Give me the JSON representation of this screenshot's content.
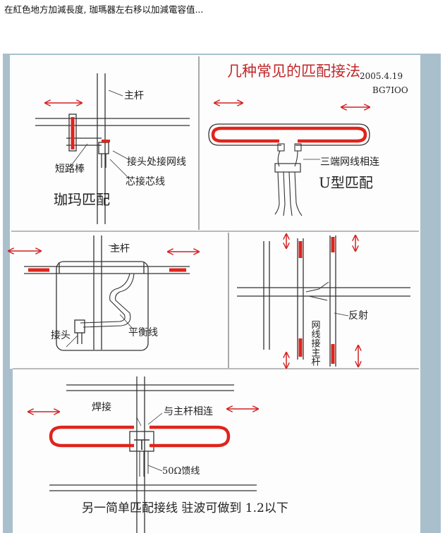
{
  "caption": "在紅色地方加減長度, 珈瑪器左右移以加減電容值...",
  "colors": {
    "red_section": "#e0241c",
    "red_arrow": "#d22222",
    "pencil": "#333333",
    "scan_bg": "#a9c0cc"
  },
  "panel1": {
    "main_rod": "主杆",
    "short_bar": "短路棒",
    "shield_label": "接头处接网线",
    "core_label": "芯接芯线",
    "title": "珈玛匹配"
  },
  "panel2": {
    "heading": "几种常见的匹配接法",
    "date": "2005.4.19",
    "callsign": "BG7IOO",
    "label_braid": "三端网线相连",
    "title": "U型匹配"
  },
  "panel3": {
    "main_rod": "主杆",
    "connector": "接头",
    "balanced_line": "平衡线"
  },
  "panel4": {
    "reflector": "反射",
    "braid_to_rod": "网线接主杆"
  },
  "panel5": {
    "weld": "焊接",
    "join_rod": "与主杆相连",
    "cable": "50Ω馈线",
    "footer": "另一简单匹配接线 驻波可做到 1.2以下"
  }
}
